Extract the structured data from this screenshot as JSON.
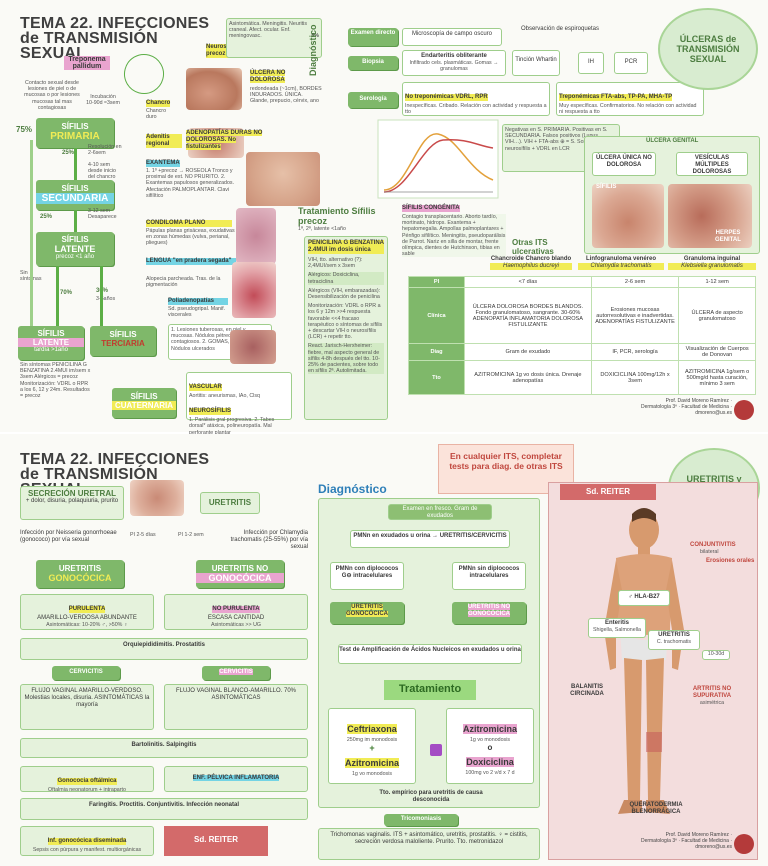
{
  "p1": {
    "title": "TEMA 22. INFECCIONES de TRANSMISIÓN SEXUAL",
    "treponema": "Treponema pallidum",
    "contact_note": "Contacto sexual desde lesiones de piel o de mucosas o por lesiones mucosas tal mas contagiosas",
    "incubation": "Incubación 10-90d ≈3sem",
    "primaria": {
      "title": "SÍFILIS",
      "sub": "PRIMARIA"
    },
    "pct75": "75%",
    "pct25a": "25%",
    "resolucion": "Resolución en 2-6sem",
    "secundaria": {
      "title": "SÍFILIS",
      "sub": "SECUNDARIA"
    },
    "desde_inicio": "4-10 sem desde inicio del chancro",
    "pct25b": "25%",
    "desaparece": "3-12 sem Desaparece",
    "latente": {
      "title": "SÍFILIS",
      "sub": "LATENTE",
      "sub2": "precoz <1 año"
    },
    "sin_sintomas": "Sin síntomas",
    "pct70": "70%",
    "pct30": "30%",
    "tardia_label": "3-5años",
    "latente_tardia": {
      "title": "SÍFILIS",
      "sub": "LATENTE",
      "sub2": "tardía >1año"
    },
    "terciaria": {
      "title": "SÍFILIS",
      "sub": "TERCIARIA"
    },
    "penicilina_note": "Sin síntomas PENICILINA G BENZATINA 2.4MUI im/sem x 3sem Alérgicos = precoz Monitorización: VDRL o RPR a los 6, 12 y 24m. Resultados = precoz",
    "cuaternaria": {
      "title": "SÍFILIS",
      "sub": "CUATERNARIA"
    },
    "neurosifilis_precoz": "Neurosífilis precoz",
    "neuro_items": "Asintomática. Meningitis. Neuritis craneal. Afect. ocular. Enf. meningovasc.",
    "pct5": "5%",
    "chancro": "Chancro",
    "chancro_sub": "Chancro duro",
    "ulcera": "ÚLCERA NO DOLOROSA",
    "ulcera_desc": "redondeada (~1cm), BORDES INDURADOS. ÚNICA. Glande, prepucio, cérvix, ano",
    "adenitis": "Adenitis regional",
    "adeno": "ADENOPATÍAS DURAS NO DOLOROSAS. No fistulizantes",
    "exantema": "EXANTEMA",
    "exantema_items": "1. 1º +precoz → ROSEOLA Tronco y proximal de ext. NO PRURITO. 2. Exantemas papulosos generalizados. Afectación PALMOPLANTAR. Clavi sifilítico",
    "condiloma": "CONDILOMA PLANO",
    "condiloma_desc": "Pápulas planas grisáceas, exudativas en zonas húmedas (vulva, perianal, pliegues)",
    "lengua": "LENGUA \"en pradera segada\"",
    "alopecia": "Alopecia parcheada. Tras. de la pigmentación",
    "poliadenopatias": "Poliadenopatías",
    "poliadenopatias_desc": "Sd. pseudogripal. Manif. viscerales",
    "lesiones_tuberosas": "1. Lesiones tuberosas, en piel y mucosas. Nódulos pétreos no contagiosos. 2. GOMAS, en tejido sc. Nódulos ulcerados",
    "vascular": "VASCULAR",
    "vascular_desc": "Aortitis: aneurismas, IAo, Clsq",
    "neurosifilis": "NEUROSÍFILIS",
    "neurosifilis_desc": "1. Parálisis gral progresiva. 2. Tabes dorsal* atáxica, polineuropatía. Mal perforante plantar",
    "tto_title": "Tratamiento Sífilis precoz",
    "tto_sub": "1ª, 2ª, latente <1año",
    "penicilina": "PENICILINA G BENZATINA 2.4MUI im dosis única",
    "tto_vih": "VIH, tto. alternativo (?): 2,4MUI/sem x 3sem",
    "alergicos": "Alérgicos: Doxiciclina, tetraciclina",
    "alergicos2": "Alérgicos (VIH, embarazadas): Desensibilización de penicilina",
    "monitorizacion": "Monitorización: VDRL o RPR a los 6 y 12m >>4 respuesta favorable <<4 fracaso terapéutico o síntomas de sífilis + descartar VIH o neurosífilis (LCR) + repetir tto.",
    "jarisch": "React. Jarisch-Herxheimer: fiebre, mal aspecto general de sífilis 4-8h después del tto. 10-25% de pacientes, sobre todo en sífilis 2ª. Autolimitada.",
    "diag_label": "Diagnóstico",
    "examen_directo": "Examen directo",
    "microscopia": "Microscopía de campo oscuro",
    "observacion": "Observación de espiroquetas",
    "biopsia": "Biopsia",
    "endarteritis": "Endarteritis obliterante",
    "infiltrado": "Infiltrado cels. plasmáticas. Gomas → granulomas",
    "tincion": "Tinción Whartin",
    "ih": "IH",
    "pcr": "PCR",
    "serologia": "Serología",
    "no_treponemicas": "No treponémicas VDRL, RPR",
    "no_trep_desc": "Inespecíficas. Cribado. Relación con actividad y respuesta a tto",
    "treponemicas": "Treponémicas FTA-abs, TP-PA, MHA-TP",
    "trep_desc": "Muy específicas. Confirmatorios. No relación con actividad ni respuesta a tto",
    "negativas": "Negativas en S. PRIMARIA. Positivas en S. SECUNDARIA. Falsos positivos (Lupus, VIH…). VIH + FTA-abs ⊕ = S. Sosp. neurosífilis + VDRL en LCR",
    "congenita": "SÍFILIS CONGÉNITA",
    "congenita_desc": "Contagio transplacentario. Aborto tardío, mortinato, hidrops. Exantema + hepatomegalia. Ampollas palmoplantares + Pénfigo sifilítico. Meningitis, pseudoparálisis de Parrot. Nariz en silla de montar, frente olímpica, dientes de Hutchinson, tibias en sable",
    "ulceras_title": "ÚLCERAS de TRANSMISIÓN SEXUAL",
    "ulcera_genital": "ÚLCERA GENITAL",
    "ulcera_unica": "ÚLCERA ÚNICA NO DOLOROSA",
    "vesiculas": "VESÍCULAS MÚLTIPLES DOLOROSAS",
    "sifilis_label": "SÍFILIS",
    "herpes_label": "HERPES GENITAL",
    "otras_its": "Otras ITS ulcerativas",
    "cols": [
      {
        "name": "Chancroide Chancro blando",
        "agent": "Haemophilus ducreyi"
      },
      {
        "name": "Linfogranuloma venéreo",
        "agent": "Chlamydia trachomatis"
      },
      {
        "name": "Granuloma inguinal",
        "agent": "Klebsiella granulomatis"
      }
    ],
    "rows": [
      {
        "label": "PI",
        "vals": [
          "<7 días",
          "2-6 sem",
          "1-12 sem"
        ]
      },
      {
        "label": "Clínica",
        "vals": [
          "ÚLCERA DOLOROSA BORDES BLANDOS. Fondo granulomatoso, sangrante. 30-60% ADENOPATÍA INFLAMATORIA DOLOROSA FISTULIZANTE",
          "Erosiones mucosas autorresolutivas e inadvertidas. ADENOPATÍAS FISTULIZANTE",
          "ÚLCERA de aspecto granulomatoso"
        ]
      },
      {
        "label": "Diag",
        "vals": [
          "Gram de exudado",
          "IF, PCR, serología",
          "Visualización de Cuerpos de Donovan"
        ]
      },
      {
        "label": "Tto",
        "vals": [
          "AZITROMICINA 1g vo dosis única. Drenaje adenopatías",
          "DOXICICLINA 100mg/12h x 3sem",
          "AZITROMICINA 1g/sem o 500mg/d hasta curación, mínimo 3 sem"
        ]
      }
    ],
    "signature": "Prof. David Moreno Ramírez · Dermatología 3º · Facultad de Medicina · dmoreno@us.es"
  },
  "p2": {
    "title": "TEMA 22. INFECCIONES de TRANSMISIÓN SEXUAL",
    "secrecion": "SECRECIÓN URETRAL",
    "secrecion_desc": "+ dolor, disuria, polaquiuria, prurito",
    "uretritis": "URETRITIS",
    "gono_infeccion": "Infección por Neisseria gonorrhoeae (gonococo) por vía sexual",
    "pi_gono": "PI 2-5 días",
    "pi_chla": "PI 1-2 sem",
    "chla_infeccion": "Infección por Chlamydia trachomatis (25-55%) por vía sexual",
    "uret_gono": {
      "title": "URETRITIS",
      "sub": "GONOCÓCICA"
    },
    "uret_nogono": {
      "title": "URETRITIS NO",
      "sub": "GONOCÓCICA"
    },
    "purulenta": "PURULENTA",
    "purulenta_desc": "AMARILLO-VERDOSA ABUNDANTE",
    "asint_gono": "Asintomáticas: 10-20% ♂, >50% ♀",
    "no_purulenta": "NO PURULENTA",
    "no_purulenta_desc": "ESCASA CANTIDAD",
    "asint_nogono": "Asintomáticas >> UG",
    "orquiepididimitis": "Orquiepididimitis. Prostatitis",
    "cervicitis_g": "CERVICITIS",
    "cervicitis_g_desc": "FLUJO VAGINAL AMARILLO-VERDOSO. Molestias locales, disuria. ASINTOMÁTICAS la mayoría",
    "cervicitis_ng": "CERVICITIS",
    "cervicitis_ng_desc": "FLUJO VAGINAL BLANCO-AMARILLO. 70% ASINTOMÁTICAS",
    "bartolinitis": "Bartolinitis. Salpingitis",
    "oftalmica": "Gonococia oftálmica",
    "oftalmica_desc": "Oftalmia neonatorum + intraparto",
    "epi": "ENF. PÉLVICA INFLAMATORIA",
    "faringitis": "Faringitis. Proctitis. Conjuntivitis. Infección neonatal",
    "diseminada": "Inf. gonocócica diseminada",
    "diseminada_desc": "Sepsis con púrpura y manifest. multiorgánicas",
    "sd_reiter_btn": "Sd. REITER",
    "its_note": "En cualquier ITS, completar tests para diag. de otras ITS",
    "diagnostico": "Diagnóstico",
    "examen_fresco": "Examen en fresco. Gram de exudados",
    "pmn_exudados": "PMNn en exudados u orina → URETRITIS/CERVICITIS",
    "pmn_con": "PMNn con diplococos G⊖ intracelulares",
    "pmn_sin": "PMNn sin diplococos intracelulares",
    "dx_gono": "URETRITIS GONOCÓCICA",
    "dx_nogono": "URETRITIS NO GONOCÓCICA",
    "naat": "Test de Amplificación de Ácidos Nucleicos en exudados u orina",
    "tratamiento": "Tratamiento",
    "ceftriaxona": "Ceftriaxona",
    "ceftriaxona_dosis": "250mg im monodosis",
    "plus": "+",
    "azitro1": "Azitromicina",
    "azitro1_dosis": "1g vo monodosis",
    "azitro2": "Azitromicina",
    "azitro2_dosis": "1g vo monodosis",
    "o": "o",
    "doxiciclina": "Doxiciclina",
    "doxi_dosis": "100mg vo 2 v/d x 7 d",
    "empirico": "Tto. empírico para uretritis de causa desconocida",
    "tricomoniasis": "Tricomoniasis",
    "tricomoniasis_desc": "Trichomonas vaginalis. ITS + asintomático, uretritis, prostatitis. ♀ = cistitis, secreción verdosa maloliente. Prurito. Tto. metronidazol",
    "ure_cerv_title": "URETRITIS y CERVICITIS",
    "sd_reiter_title": "Sd. REITER",
    "conjuntivitis": "CONJUNTIVITIS",
    "conjuntivitis_sub": "bilateral",
    "erosiones": "Erosiones orales",
    "hla": "♂ HLA-B27",
    "enteritis": "Enteritis",
    "enteritis_sub": "Shigella, Salmonella",
    "uretritis_r": "URETRITIS",
    "uretritis_r_sub": "C. trachomatis",
    "dias": "10-30d",
    "balanitis": "BALANITIS CIRCINADA",
    "artritis": "ARTRITIS NO SUPURATIVA",
    "artritis_sub": "asimétrica",
    "queratodermia": "QUERATODERMIA BLENORRÁGICA",
    "signature": "Prof. David Moreno Ramírez · Dermatología 3º · Facultad de Medicina · dmoreno@us.es"
  },
  "colors": {
    "green": "#7fb86a",
    "light_green": "#e5f2dc",
    "pink": "#e9a4cf",
    "yellow": "#f1ec55",
    "cyan": "#74d4e4",
    "reiter": "#d36a6a"
  }
}
